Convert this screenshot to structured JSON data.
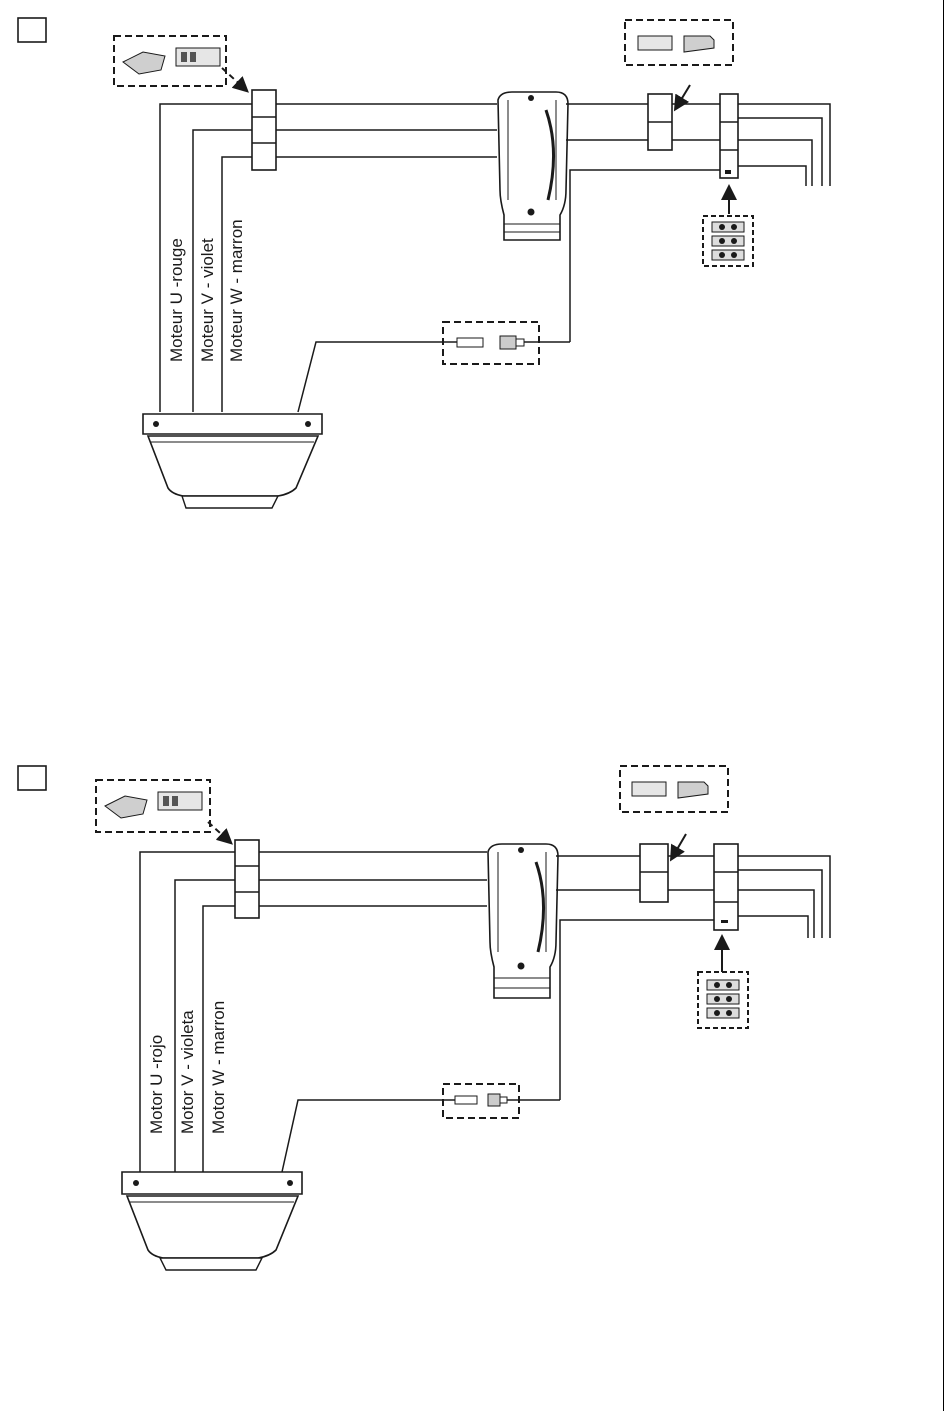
{
  "diagrams": [
    {
      "language": "fr",
      "labels": {
        "wire_u": "Moteur U -rouge",
        "wire_v": "Moteur V - violet",
        "wire_w": "Moteur W - marron"
      }
    },
    {
      "language": "es",
      "labels": {
        "wire_u": "Motor U -rojo",
        "wire_v": "Motor V - violeta",
        "wire_w": "Motor W - marron"
      }
    }
  ],
  "colors": {
    "line": "#1a1a1a",
    "fill": "#ffffff",
    "shade": "#d8d8d8"
  },
  "icons": [
    "checkbox-square",
    "connector-plug",
    "terminal-block",
    "control-unit",
    "motor-housing"
  ]
}
